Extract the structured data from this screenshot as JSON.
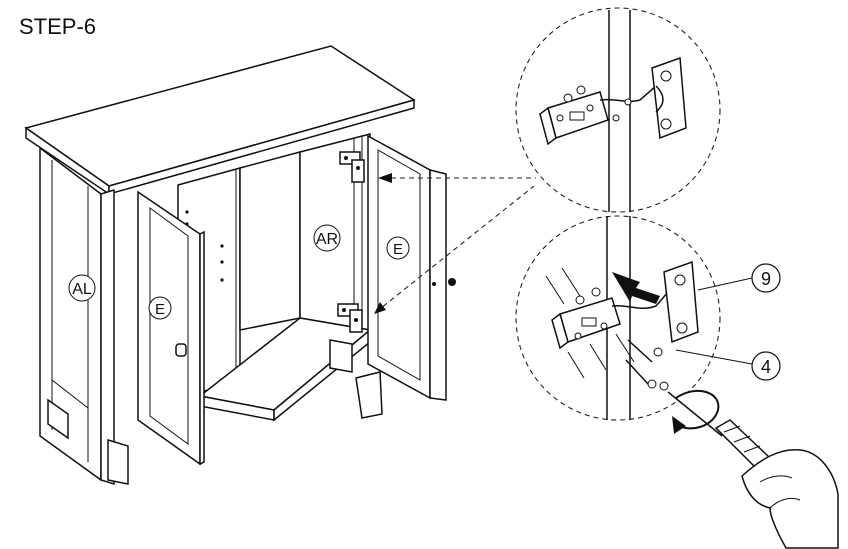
{
  "title": "STEP-6",
  "part_labels": {
    "a_left": "AL",
    "a_right": "AR",
    "door_left": "E",
    "door_right": "E"
  },
  "callouts": {
    "hinge": "9",
    "screw": "4"
  }
}
